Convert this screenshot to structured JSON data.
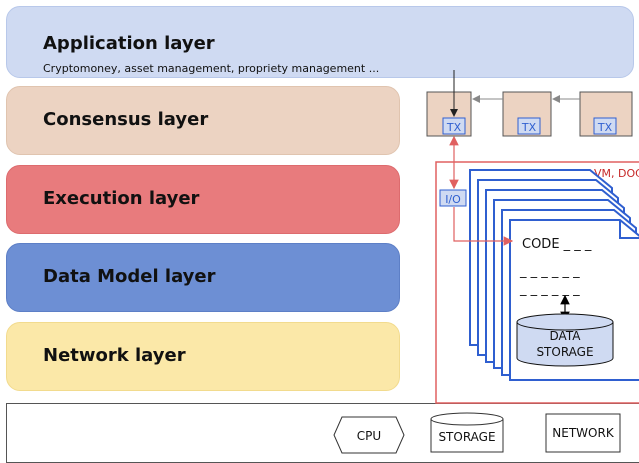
{
  "layers": {
    "application": {
      "title": "Application layer",
      "subtitle": "Cryptomoney,  asset management, propriety management ..."
    },
    "consensus": {
      "title": "Consensus layer"
    },
    "execution": {
      "title": "Execution layer"
    },
    "data_model": {
      "title": "Data Model layer"
    },
    "network": {
      "title": "Network layer"
    }
  },
  "chain": {
    "tx_labels": [
      "TX",
      "TX",
      "TX"
    ]
  },
  "vm": {
    "title": "VM, DOCKER..",
    "io_label": "I/O",
    "code_label": "CODE _ _ _",
    "dash_line_1": "_ _ _ _ _ _",
    "dash_line_2": "_ _ _ _ _ _",
    "storage_line_1": "DATA",
    "storage_line_2": "STORAGE"
  },
  "infrastructure": {
    "cpu": "CPU",
    "storage": "STORAGE",
    "network": "NETWORK"
  },
  "colors": {
    "application": "#cfdaf2",
    "consensus": "#ecd3c2",
    "execution": "#e87b7d",
    "data_model": "#6d8fd4",
    "network": "#fbe8a8",
    "doc_blue": "#2f5fd0",
    "io_red": "#e06060"
  }
}
